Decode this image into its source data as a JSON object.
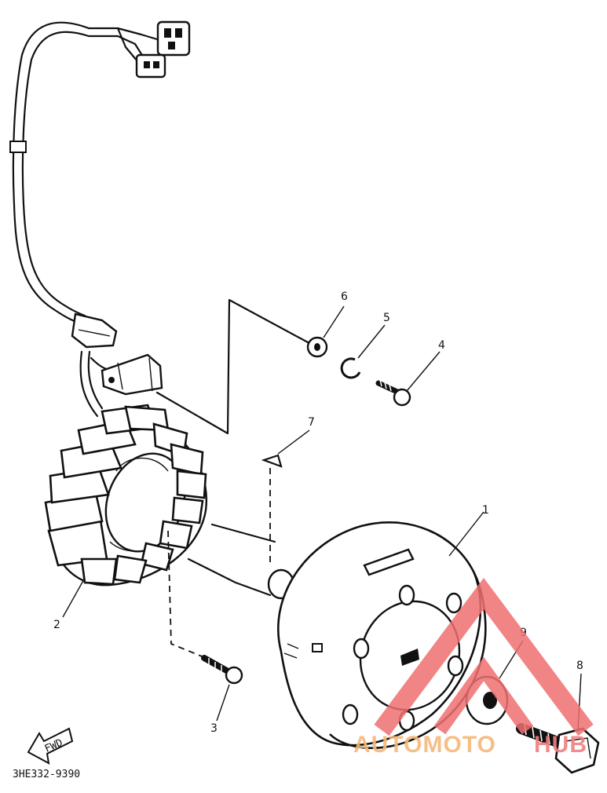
{
  "diagram": {
    "callouts": [
      {
        "id": "1",
        "label": "1"
      },
      {
        "id": "2",
        "label": "2"
      },
      {
        "id": "3",
        "label": "3"
      },
      {
        "id": "4",
        "label": "4"
      },
      {
        "id": "5",
        "label": "5"
      },
      {
        "id": "6",
        "label": "6"
      },
      {
        "id": "7",
        "label": "7"
      },
      {
        "id": "8",
        "label": "8"
      },
      {
        "id": "9",
        "label": "9"
      }
    ],
    "fwd_label": "FWD",
    "part_code": "3HE332-9390"
  },
  "watermark": {
    "text_a": "AUTOMOTO",
    "text_b": "HUB",
    "color_a": "#f5b97a",
    "color_b": "#f08080",
    "logo_color": "#ef6f6f"
  }
}
